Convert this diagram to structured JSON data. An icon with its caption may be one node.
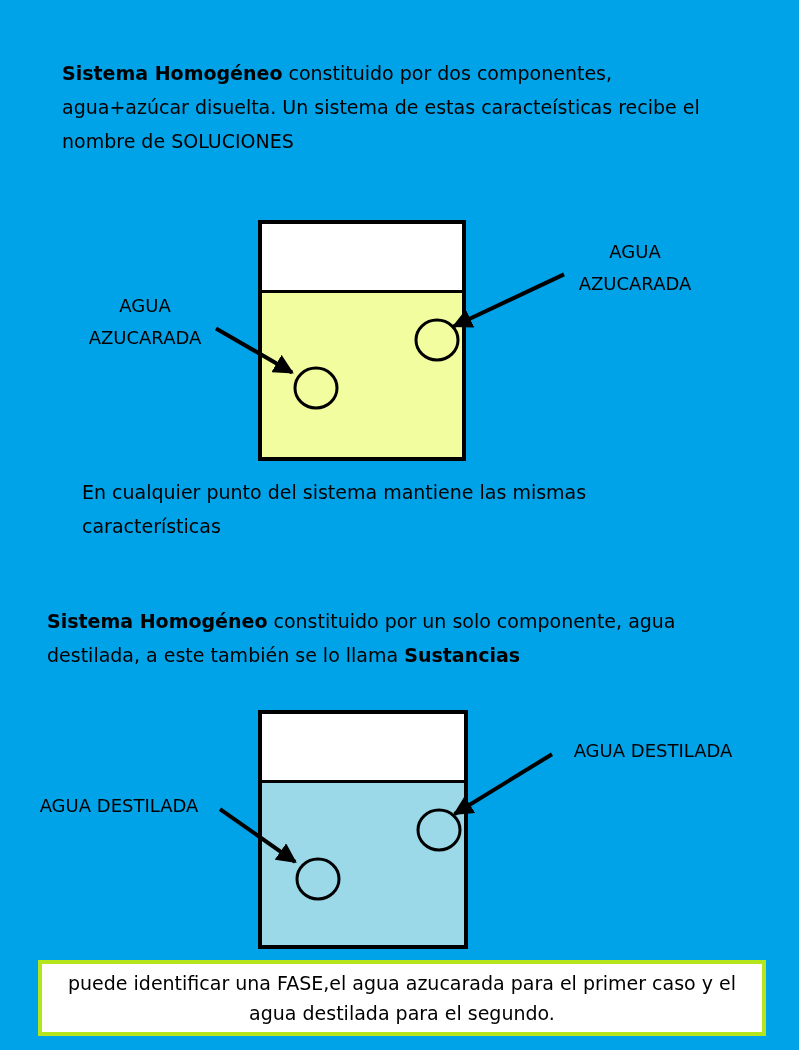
{
  "diagram": {
    "nodes": [
      {
        "text": [],
        "shape": "box"
      },
      {
        "text": [
          "AGUA AZUCARADA"
        ]
      },
      {
        "text": [
          "AGUA AZUCARADA"
        ]
      },
      {
        "text": [],
        "shape": "circle",
        "in": 0
      },
      {
        "text": [],
        "shape": "circle",
        "in": 0
      },
      {
        "text": [],
        "shape": "box"
      },
      {
        "text": [
          "AGUA DESTILADA"
        ]
      },
      {
        "text": [
          "AGUA DESTILADA"
        ]
      },
      {
        "text": [],
        "shape": "circle",
        "in": 5
      },
      {
        "text": [],
        "shape": "circle",
        "in": 5
      },
      {
        "text": [
          "puede identificar una FASE,el agua azucarada para el primer caso y el agua destilada para el segundo."
        ]
      }
    ],
    "edges": [
      {
        "from": 2,
        "to": 3,
        "arrow": "to"
      },
      {
        "from": 1,
        "to": 4,
        "arrow": "to"
      },
      {
        "from": 7,
        "to": 8,
        "arrow": "to"
      },
      {
        "from": 6,
        "to": 9,
        "arrow": "to"
      }
    ],
    "labels": [
      "**Sistema Homogéneo** constituido por dos componentes, agua+azúcar disuelta. Un sistema de estas caracteísticas recibe el nombre de SOLUCIONES",
      "En cualquier punto del sistema mantiene las mismas características",
      "**Sistema Homogéneo** constituido por un solo componente, agua destilada, a este también se lo llama **Sustancias**"
    ]
  }
}
